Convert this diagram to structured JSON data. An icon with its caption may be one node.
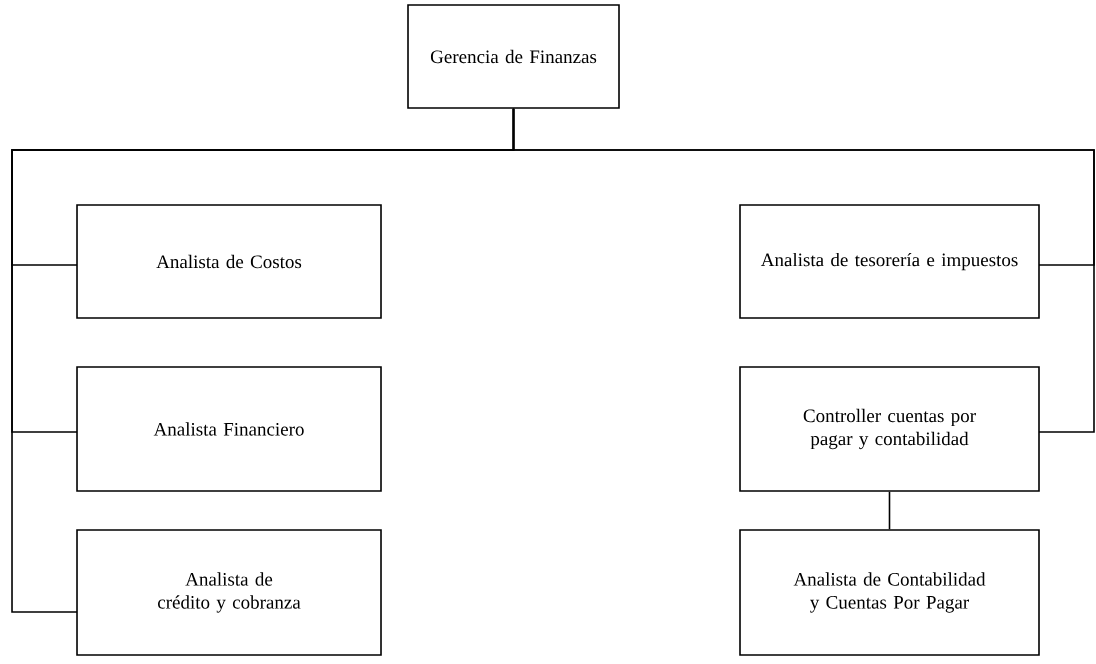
{
  "diagram": {
    "nodes": [
      {
        "text": [
          "Gerencia de Finanzas"
        ]
      },
      {
        "text": [
          "Analista de Costos"
        ]
      },
      {
        "text": [
          "Analista de tesorería e impuestos"
        ]
      },
      {
        "text": [
          "Analista Financiero"
        ]
      },
      {
        "text": [
          "Controller cuentas por pagar y contabilidad"
        ]
      },
      {
        "text": [
          "Analista de crédito y cobranza"
        ]
      },
      {
        "text": [
          "Analista de Contabilidad y Cuentas Por Pagar"
        ]
      }
    ],
    "edges": [
      {
        "from": 0,
        "to": 1,
        "arrow": "none"
      },
      {
        "from": 0,
        "to": 3,
        "arrow": "none"
      },
      {
        "from": 0,
        "to": 5,
        "arrow": "none"
      },
      {
        "from": 0,
        "to": 2,
        "arrow": "none"
      },
      {
        "from": 0,
        "to": 4,
        "arrow": "none"
      },
      {
        "from": 4,
        "to": 6,
        "arrow": "none"
      }
    ]
  }
}
